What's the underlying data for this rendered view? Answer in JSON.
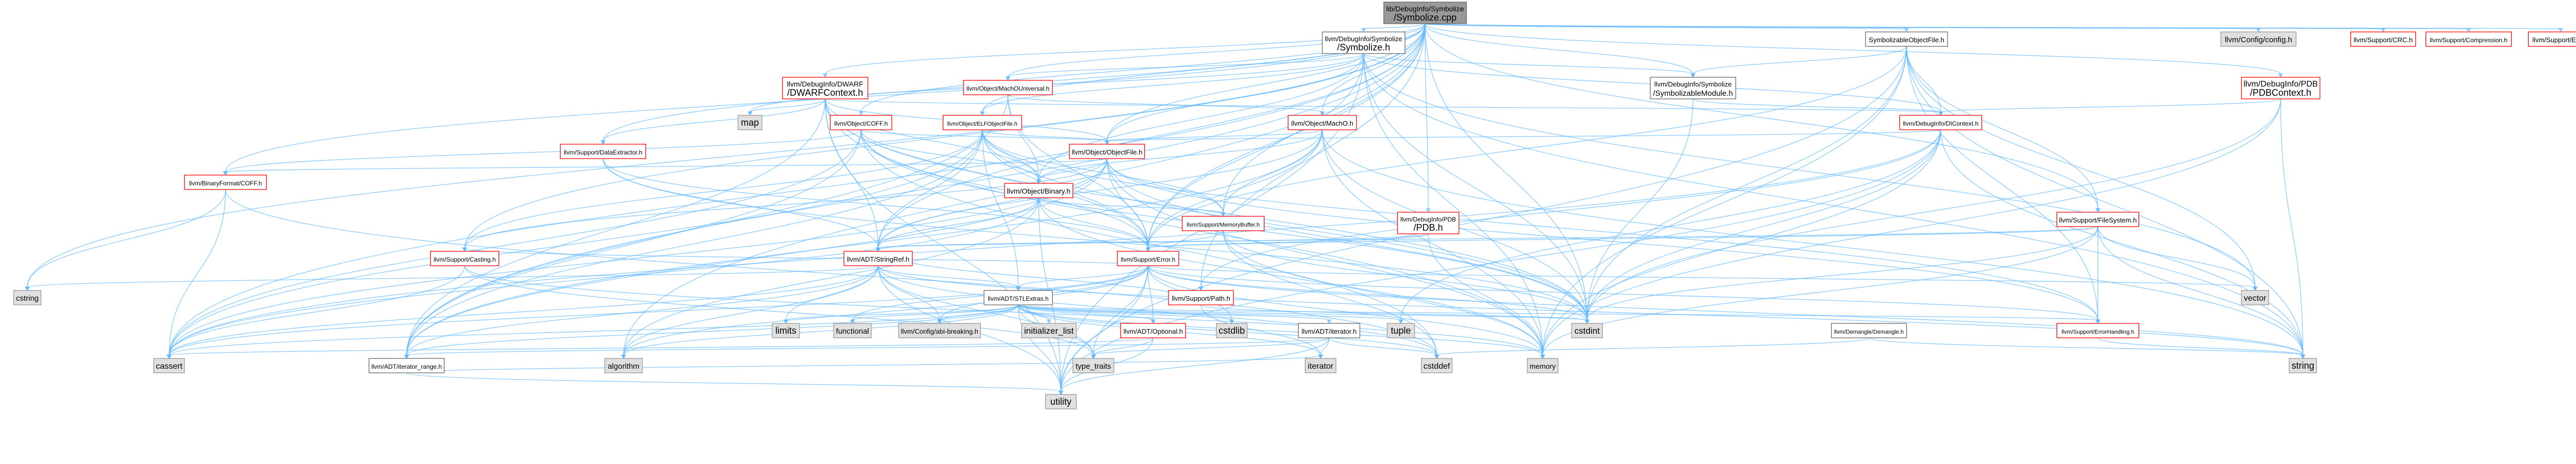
{
  "colors": {
    "root_fill": "#999999",
    "root_border": "#666666",
    "documented_fill": "#ffffff",
    "documented_border": "#ff0000",
    "plain_border": "#666666",
    "system_fill": "#e0e0e0",
    "system_border": "#999999",
    "edge": "#63b8ff",
    "text": "#000000"
  },
  "nodes": [
    {
      "id": "root",
      "kind": "root",
      "lines": [
        "lib/DebugInfo/Symbolize",
        "/Symbolize.cpp"
      ]
    },
    {
      "id": "symbolize_h",
      "kind": "plain",
      "lines": [
        "llvm/DebugInfo/Symbolize",
        "/Symbolize.h"
      ]
    },
    {
      "id": "symbolizable_obj",
      "kind": "plain",
      "lines": [
        "SymbolizableObjectFile.h"
      ]
    },
    {
      "id": "config_h",
      "kind": "system",
      "lines": [
        "llvm/Config/config.h"
      ]
    },
    {
      "id": "crc_h",
      "kind": "doc",
      "lines": [
        "llvm/Support/CRC.h"
      ]
    },
    {
      "id": "compression_h",
      "kind": "doc",
      "lines": [
        "llvm/Support/Compression.h"
      ]
    },
    {
      "id": "errc_h",
      "kind": "doc",
      "lines": [
        "llvm/Support/Errc.h"
      ]
    },
    {
      "id": "dwarf_context",
      "kind": "doc",
      "lines": [
        "llvm/DebugInfo/DWARF",
        "/DWARFContext.h"
      ]
    },
    {
      "id": "pdb_context",
      "kind": "doc",
      "lines": [
        "llvm/DebugInfo/PDB",
        "/PDBContext.h"
      ]
    },
    {
      "id": "symbolizable_module",
      "kind": "plain",
      "lines": [
        "llvm/DebugInfo/Symbolize",
        "/SymbolizableModule.h"
      ]
    },
    {
      "id": "macho_universal",
      "kind": "doc",
      "lines": [
        "llvm/Object/MachOUniversal.h"
      ]
    },
    {
      "id": "elf_object",
      "kind": "doc",
      "lines": [
        "llvm/Object/ELFObjectFile.h"
      ]
    },
    {
      "id": "coff_h",
      "kind": "doc",
      "lines": [
        "llvm/Object/COFF.h"
      ]
    },
    {
      "id": "macho_h",
      "kind": "doc",
      "lines": [
        "llvm/Object/MachO.h"
      ]
    },
    {
      "id": "map",
      "kind": "system",
      "lines": [
        "map"
      ]
    },
    {
      "id": "dicontext",
      "kind": "doc",
      "lines": [
        "llvm/DebugInfo/DIContext.h"
      ]
    },
    {
      "id": "data_extractor",
      "kind": "doc",
      "lines": [
        "llvm/Support/DataExtractor.h"
      ]
    },
    {
      "id": "object_file",
      "kind": "doc",
      "lines": [
        "llvm/Object/ObjectFile.h"
      ]
    },
    {
      "id": "binary_coff",
      "kind": "doc",
      "lines": [
        "llvm/BinaryFormat/COFF.h"
      ]
    },
    {
      "id": "binary_h",
      "kind": "doc",
      "lines": [
        "llvm/Object/Binary.h"
      ]
    },
    {
      "id": "memory_buffer",
      "kind": "doc",
      "lines": [
        "llvm/Support/MemoryBuffer.h"
      ]
    },
    {
      "id": "pdb_h",
      "kind": "doc",
      "lines": [
        "llvm/DebugInfo/PDB",
        "/PDB.h"
      ]
    },
    {
      "id": "filesystem_h",
      "kind": "doc",
      "lines": [
        "llvm/Support/FileSystem.h"
      ]
    },
    {
      "id": "casting_h",
      "kind": "doc",
      "lines": [
        "llvm/Support/Casting.h"
      ]
    },
    {
      "id": "stringref_h",
      "kind": "doc",
      "lines": [
        "llvm/ADT/StringRef.h"
      ]
    },
    {
      "id": "error_h",
      "kind": "doc",
      "lines": [
        "llvm/Support/Error.h"
      ]
    },
    {
      "id": "cstring",
      "kind": "system",
      "lines": [
        "cstring"
      ]
    },
    {
      "id": "stlextras",
      "kind": "plain",
      "lines": [
        "llvm/ADT/STLExtras.h"
      ]
    },
    {
      "id": "path_h",
      "kind": "doc",
      "lines": [
        "llvm/Support/Path.h"
      ]
    },
    {
      "id": "vector",
      "kind": "system",
      "lines": [
        "vector"
      ]
    },
    {
      "id": "limits",
      "kind": "system",
      "lines": [
        "limits"
      ]
    },
    {
      "id": "functional",
      "kind": "system",
      "lines": [
        "functional"
      ]
    },
    {
      "id": "config_abi",
      "kind": "system",
      "lines": [
        "llvm/Config/abi-breaking.h"
      ]
    },
    {
      "id": "initializer_list",
      "kind": "system",
      "lines": [
        "initializer_list"
      ]
    },
    {
      "id": "optional_h",
      "kind": "doc",
      "lines": [
        "llvm/ADT/Optional.h"
      ]
    },
    {
      "id": "cstdlib",
      "kind": "system",
      "lines": [
        "cstdlib"
      ]
    },
    {
      "id": "iterator_h",
      "kind": "plain",
      "lines": [
        "llvm/ADT/iterator.h"
      ]
    },
    {
      "id": "tuple",
      "kind": "system",
      "lines": [
        "tuple"
      ]
    },
    {
      "id": "cstdint",
      "kind": "system",
      "lines": [
        "cstdint"
      ]
    },
    {
      "id": "demangle",
      "kind": "plain",
      "lines": [
        "llvm/Demangle/Demangle.h"
      ]
    },
    {
      "id": "error_handling",
      "kind": "doc",
      "lines": [
        "llvm/Support/ErrorHandling.h"
      ]
    },
    {
      "id": "cassert",
      "kind": "system",
      "lines": [
        "cassert"
      ]
    },
    {
      "id": "iterator_range",
      "kind": "plain",
      "lines": [
        "llvm/ADT/iterator_range.h"
      ]
    },
    {
      "id": "algorithm",
      "kind": "system",
      "lines": [
        "algorithm"
      ]
    },
    {
      "id": "type_traits",
      "kind": "system",
      "lines": [
        "type_traits"
      ]
    },
    {
      "id": "iterator",
      "kind": "system",
      "lines": [
        "iterator"
      ]
    },
    {
      "id": "cstddef",
      "kind": "system",
      "lines": [
        "cstddef"
      ]
    },
    {
      "id": "memory",
      "kind": "system",
      "lines": [
        "memory"
      ]
    },
    {
      "id": "string",
      "kind": "system",
      "lines": [
        "string"
      ]
    },
    {
      "id": "utility",
      "kind": "system",
      "lines": [
        "utility"
      ]
    }
  ]
}
